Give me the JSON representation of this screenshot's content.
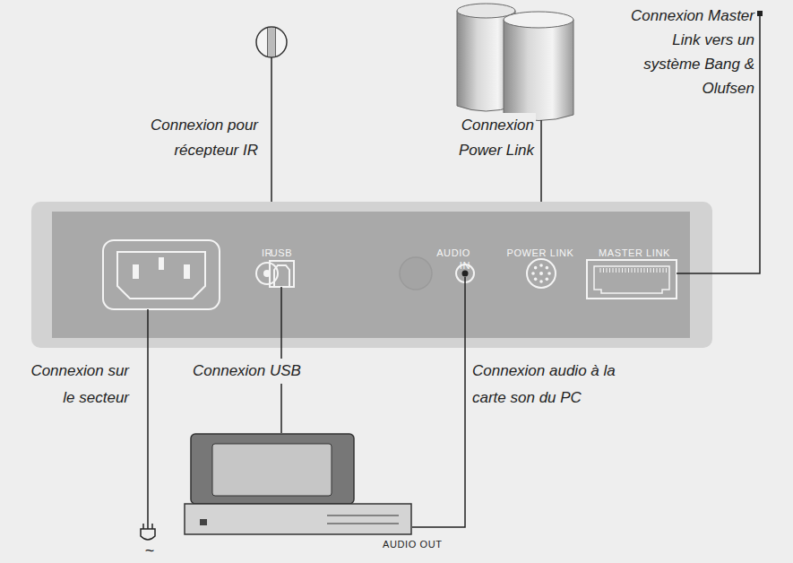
{
  "diagram": {
    "nodes": [
      {
        "text": [
          "IR",
          "USB",
          "AUDIO IN",
          "POWER LINK",
          "MASTER LINK"
        ]
      },
      {
        "text": [
          "AUDIO OUT"
        ]
      }
    ],
    "edges": [
      {
        "from": 0,
        "to": 1,
        "arrow": "none"
      },
      {
        "from": 0,
        "to": 1,
        "arrow": "none"
      }
    ],
    "labels": [
      "Connexion pour récepteur IR",
      "Connexion Power Link",
      "Connexion Master Link vers un système Bang & Olufsen",
      "Connexion sur le secteur",
      "Connexion USB",
      "Connexion audio à la carte son du PC",
      "~"
    ]
  }
}
